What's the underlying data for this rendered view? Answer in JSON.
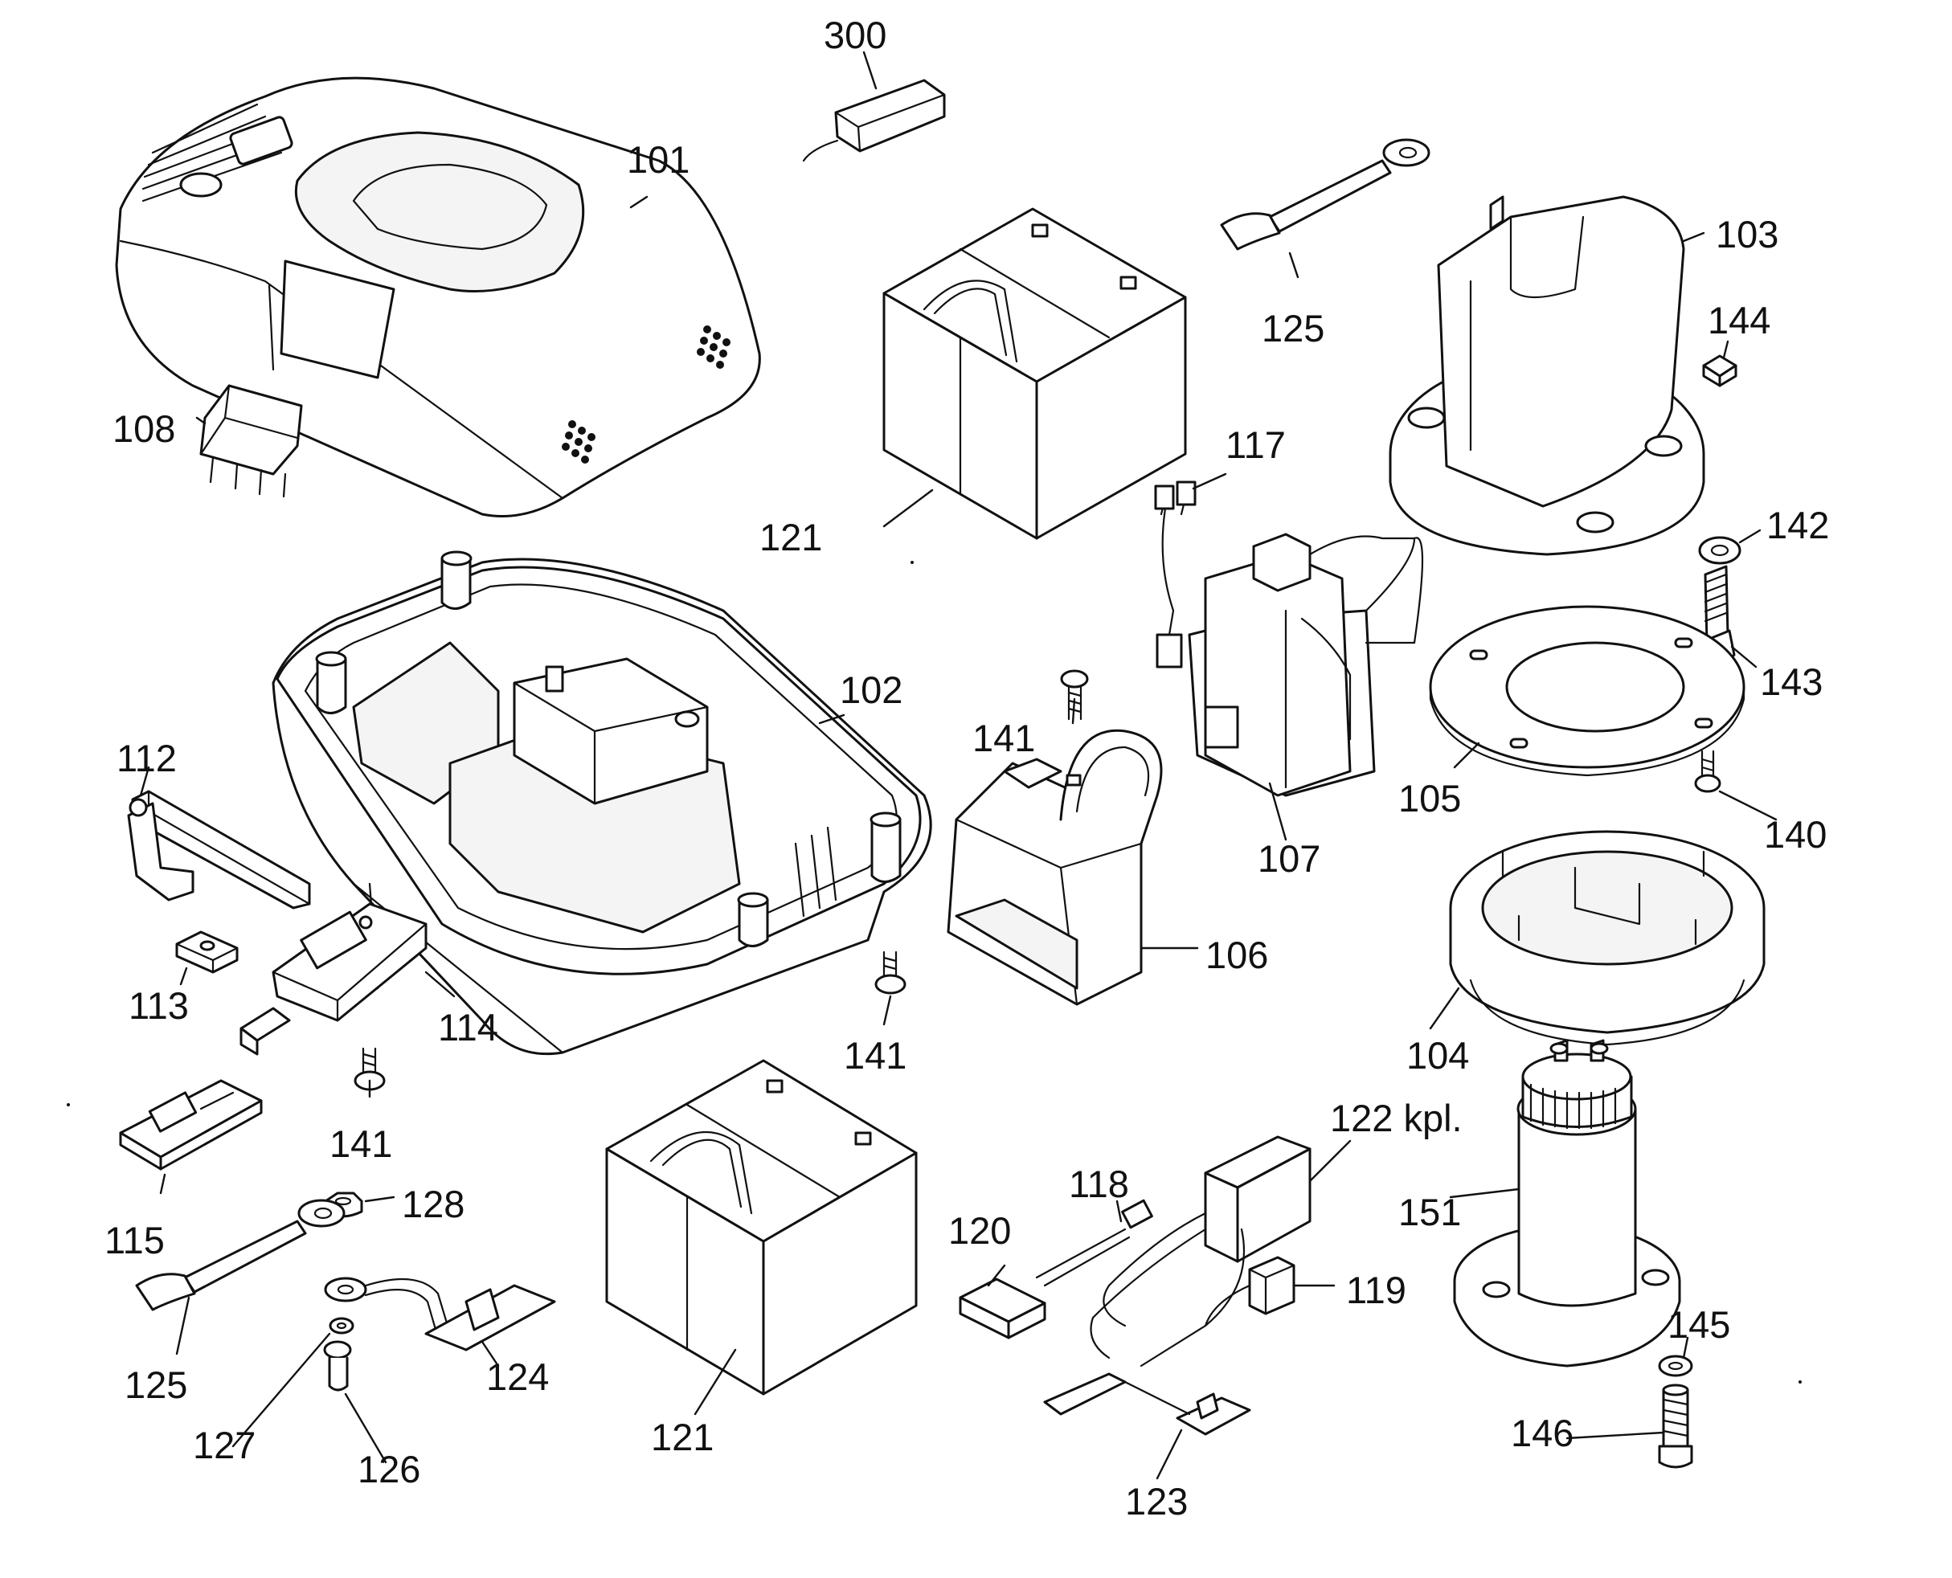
{
  "diagram": {
    "labels": [
      {
        "id": "l300",
        "text": "300"
      },
      {
        "id": "l101",
        "text": "101"
      },
      {
        "id": "l125a",
        "text": "125"
      },
      {
        "id": "l103",
        "text": "103"
      },
      {
        "id": "l144",
        "text": "144"
      },
      {
        "id": "l108",
        "text": "108"
      },
      {
        "id": "l117",
        "text": "117"
      },
      {
        "id": "l121a",
        "text": "121"
      },
      {
        "id": "l142",
        "text": "142"
      },
      {
        "id": "l143",
        "text": "143"
      },
      {
        "id": "l102",
        "text": "102"
      },
      {
        "id": "l141a",
        "text": "141"
      },
      {
        "id": "l112",
        "text": "112"
      },
      {
        "id": "l105",
        "text": "105"
      },
      {
        "id": "l140",
        "text": "140"
      },
      {
        "id": "l107",
        "text": "107"
      },
      {
        "id": "l106",
        "text": "106"
      },
      {
        "id": "l113",
        "text": "113"
      },
      {
        "id": "l114",
        "text": "114"
      },
      {
        "id": "l141b",
        "text": "141"
      },
      {
        "id": "l104",
        "text": "104"
      },
      {
        "id": "l141c",
        "text": "141"
      },
      {
        "id": "l122",
        "text": "122 kpl."
      },
      {
        "id": "l115",
        "text": "115"
      },
      {
        "id": "l118",
        "text": "118"
      },
      {
        "id": "l151",
        "text": "151"
      },
      {
        "id": "l128",
        "text": "128"
      },
      {
        "id": "l120",
        "text": "120"
      },
      {
        "id": "l119",
        "text": "119"
      },
      {
        "id": "l145",
        "text": "145"
      },
      {
        "id": "l125b",
        "text": "125"
      },
      {
        "id": "l124",
        "text": "124"
      },
      {
        "id": "l127",
        "text": "127"
      },
      {
        "id": "l121b",
        "text": "121"
      },
      {
        "id": "l146",
        "text": "146"
      },
      {
        "id": "l126",
        "text": "126"
      },
      {
        "id": "l123",
        "text": "123"
      }
    ]
  }
}
